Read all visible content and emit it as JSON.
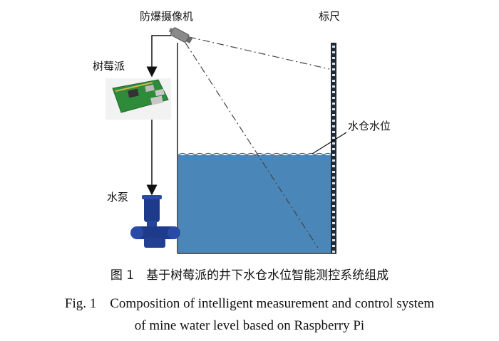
{
  "labels": {
    "camera": "防爆摄像机",
    "raspberry_pi": "树莓派",
    "pump": "水泵",
    "ruler": "标尺",
    "water_level": "水仓水位"
  },
  "caption": {
    "zh": "图 1　基于树莓派的井下水仓水位智能测控系统组成",
    "en_line1": "Fig. 1　Composition of intelligent measurement and control system",
    "en_line2": "of mine water level based on Raspberry Pi"
  },
  "colors": {
    "water": "#4a86b8",
    "water_edge": "#2f5f8c",
    "ruler": "#1f2a36",
    "pump": "#1e3a8a",
    "board": "#2e8b3a"
  },
  "icons": [
    "camera-icon",
    "raspberry-pi-board-icon",
    "water-pump-icon"
  ]
}
